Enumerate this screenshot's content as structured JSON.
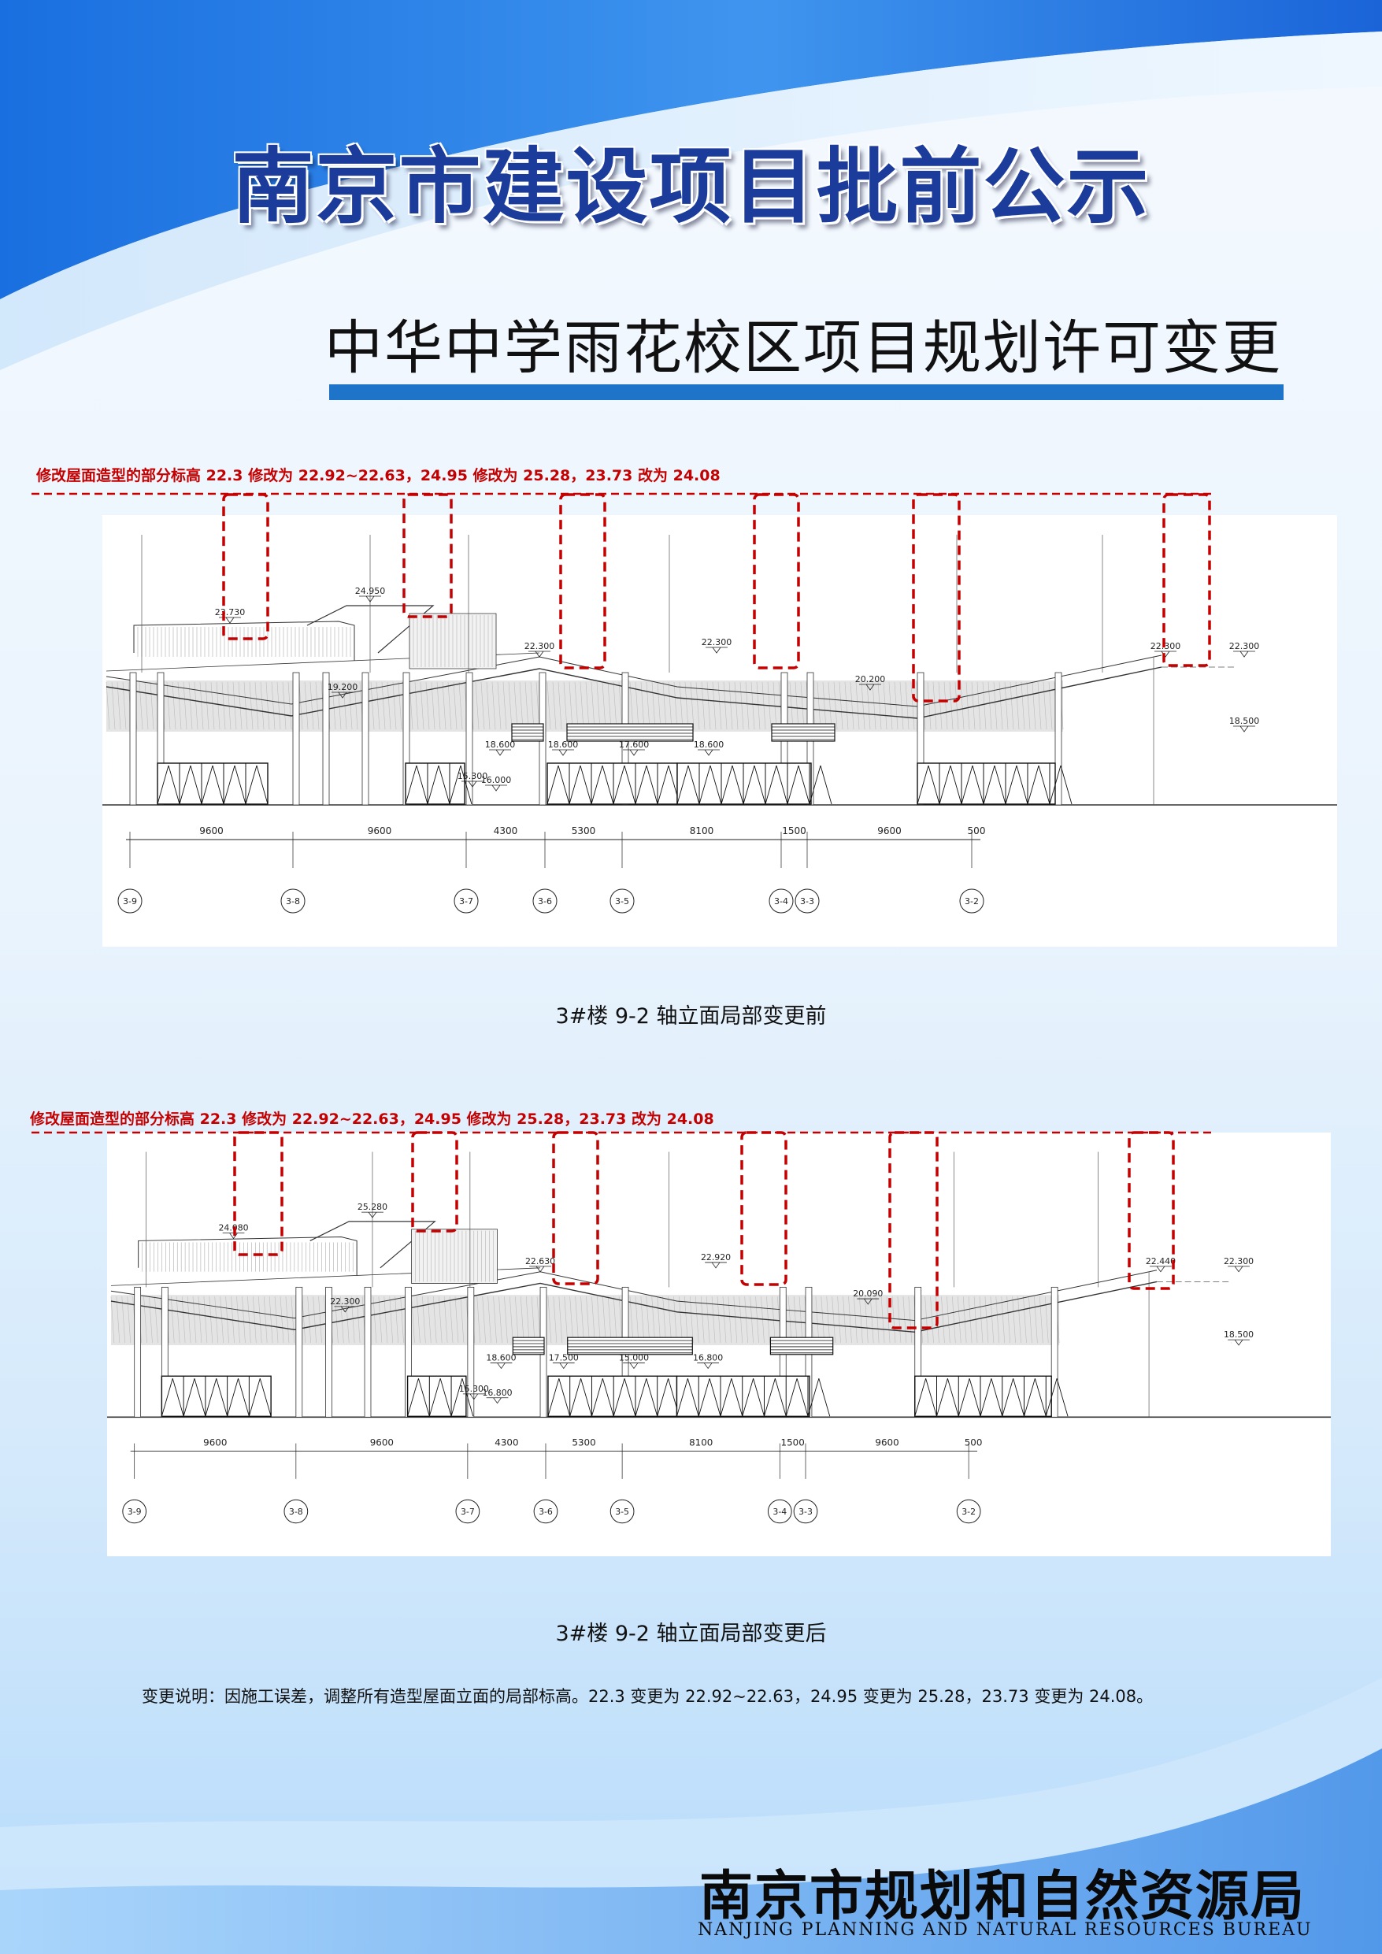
{
  "header": {
    "title": "南京市建设项目批前公示",
    "subtitle": "中华中学雨花校区项目规划许可变更"
  },
  "drawings": [
    {
      "red_note": "修改屋面造型的部分标高 22.3 修改为 22.92~22.63，24.95 修改为 25.28，23.73 改为 24.08",
      "caption": "3#楼 9-2 轴立面局部变更前",
      "elevations": [
        "23.730",
        "24.950",
        "22.300",
        "22.300",
        "20.200",
        "22.300",
        "22.300",
        "18.500",
        "18.600",
        "18.600",
        "17.600",
        "18.600",
        "15.300",
        "16.000",
        "19.200"
      ],
      "spans": [
        "9600",
        "9600",
        "4300",
        "5300",
        "8100",
        "1500",
        "9600",
        "500"
      ],
      "axes": [
        "3-9",
        "3-8",
        "3-7",
        "3-6",
        "3-5",
        "3-4",
        "3-3",
        "3-2"
      ]
    },
    {
      "red_note": "修改屋面造型的部分标高 22.3 修改为 22.92~22.63，24.95 修改为 25.28，23.73 改为 24.08",
      "caption": "3#楼 9-2 轴立面局部变更后",
      "elevations": [
        "24.080",
        "25.280",
        "22.630",
        "22.920",
        "20.090",
        "22.440",
        "22.300",
        "18.500",
        "18.600",
        "17.500",
        "15.000",
        "16.800",
        "15.300",
        "16.800",
        "22.300"
      ],
      "spans": [
        "9600",
        "9600",
        "4300",
        "5300",
        "8100",
        "1500",
        "9600",
        "500"
      ],
      "axes": [
        "3-9",
        "3-8",
        "3-7",
        "3-6",
        "3-5",
        "3-4",
        "3-3",
        "3-2"
      ]
    }
  ],
  "change_description": "变更说明：因施工误差，调整所有造型屋面立面的局部标高。22.3 变更为 22.92~22.63，24.95 变更为 25.28，23.73 变更为 24.08。",
  "footer": {
    "bureau_cn": "南京市规划和自然资源局",
    "bureau_en": "NANJING PLANNING AND NATURAL RESOURCES BUREAU"
  },
  "colors": {
    "title_blue": "#1c3c9c",
    "underline_blue": "#1e74c8",
    "note_red": "#c40000",
    "wave_blue": "#2f86e6"
  }
}
